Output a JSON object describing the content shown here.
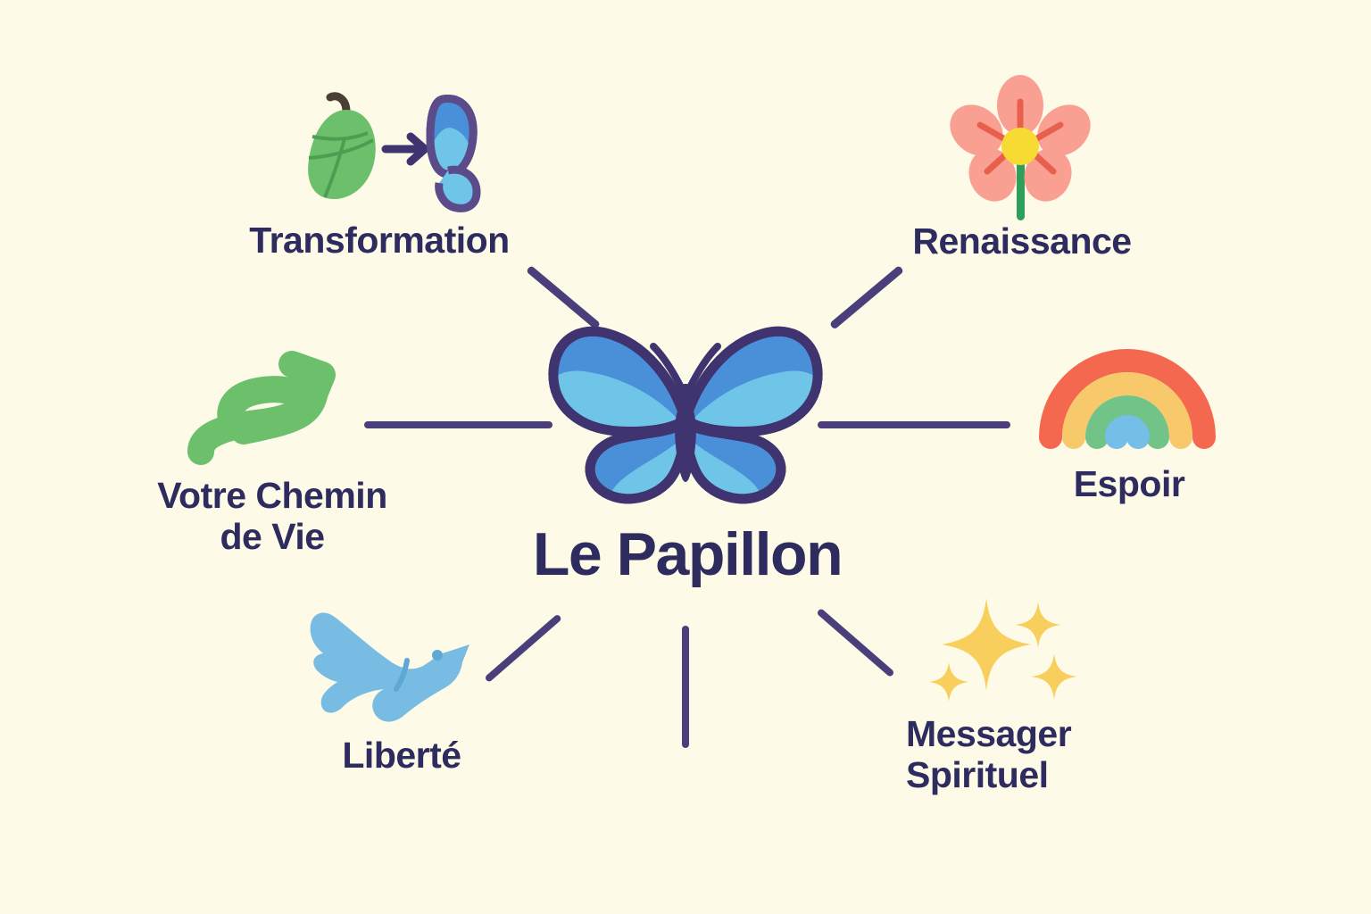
{
  "diagram": {
    "background_color": "#FDFBE8",
    "text_color": "#2E2B5F",
    "connector_color": "#4A3F7A",
    "center": {
      "title": "Le Papillon",
      "icon": "butterfly-icon",
      "icon_colors": {
        "outline": "#3F3470",
        "wing_upper": "#4A90D9",
        "wing_lower": "#6FC5E8",
        "body": "#3F3470"
      }
    },
    "branches": [
      {
        "id": "transformation",
        "label": "Transformation",
        "icon": "chrysalis-to-butterfly-icon",
        "position": "top-left",
        "icon_colors": {
          "chrysalis": "#6CC06C",
          "chrysalis_stem": "#4A3F35",
          "arrow": "#3F3470",
          "butterfly_upper": "#4A90D9",
          "butterfly_lower": "#6FC5E8",
          "butterfly_outline": "#5B4B8A"
        }
      },
      {
        "id": "renaissance",
        "label": "Renaissance",
        "icon": "flower-icon",
        "position": "top-right",
        "icon_colors": {
          "petal": "#F9A093",
          "center": "#F7DA32",
          "stamen": "#E8604C",
          "stem": "#2E9E5B"
        }
      },
      {
        "id": "votre-chemin-de-vie",
        "label": "Votre Chemin\nde Vie",
        "icon": "winding-path-arrow-icon",
        "position": "middle-left",
        "icon_colors": {
          "path": "#6CC06C"
        }
      },
      {
        "id": "espoir",
        "label": "Espoir",
        "icon": "rainbow-icon",
        "position": "middle-right",
        "icon_colors": {
          "arc1": "#F4684F",
          "arc2": "#F8C96A",
          "arc3": "#72C387",
          "arc4": "#74BEE8"
        }
      },
      {
        "id": "liberte",
        "label": "Liberté",
        "icon": "dove-icon",
        "position": "bottom-left",
        "icon_colors": {
          "dove": "#78BCE4"
        }
      },
      {
        "id": "messager-spirituel",
        "label": "Messager\nSpirituel",
        "icon": "sparkles-icon",
        "position": "bottom-right",
        "icon_colors": {
          "sparkle": "#F8CE5D"
        }
      }
    ],
    "connectors": [
      {
        "id": "connector-transformation",
        "kind": "diagonal"
      },
      {
        "id": "connector-renaissance",
        "kind": "diagonal"
      },
      {
        "id": "connector-votre-chemin-de-vie",
        "kind": "horizontal"
      },
      {
        "id": "connector-espoir",
        "kind": "horizontal"
      },
      {
        "id": "connector-liberte",
        "kind": "diagonal"
      },
      {
        "id": "connector-center-bottom",
        "kind": "vertical"
      },
      {
        "id": "connector-messager-spirituel",
        "kind": "diagonal"
      }
    ]
  }
}
